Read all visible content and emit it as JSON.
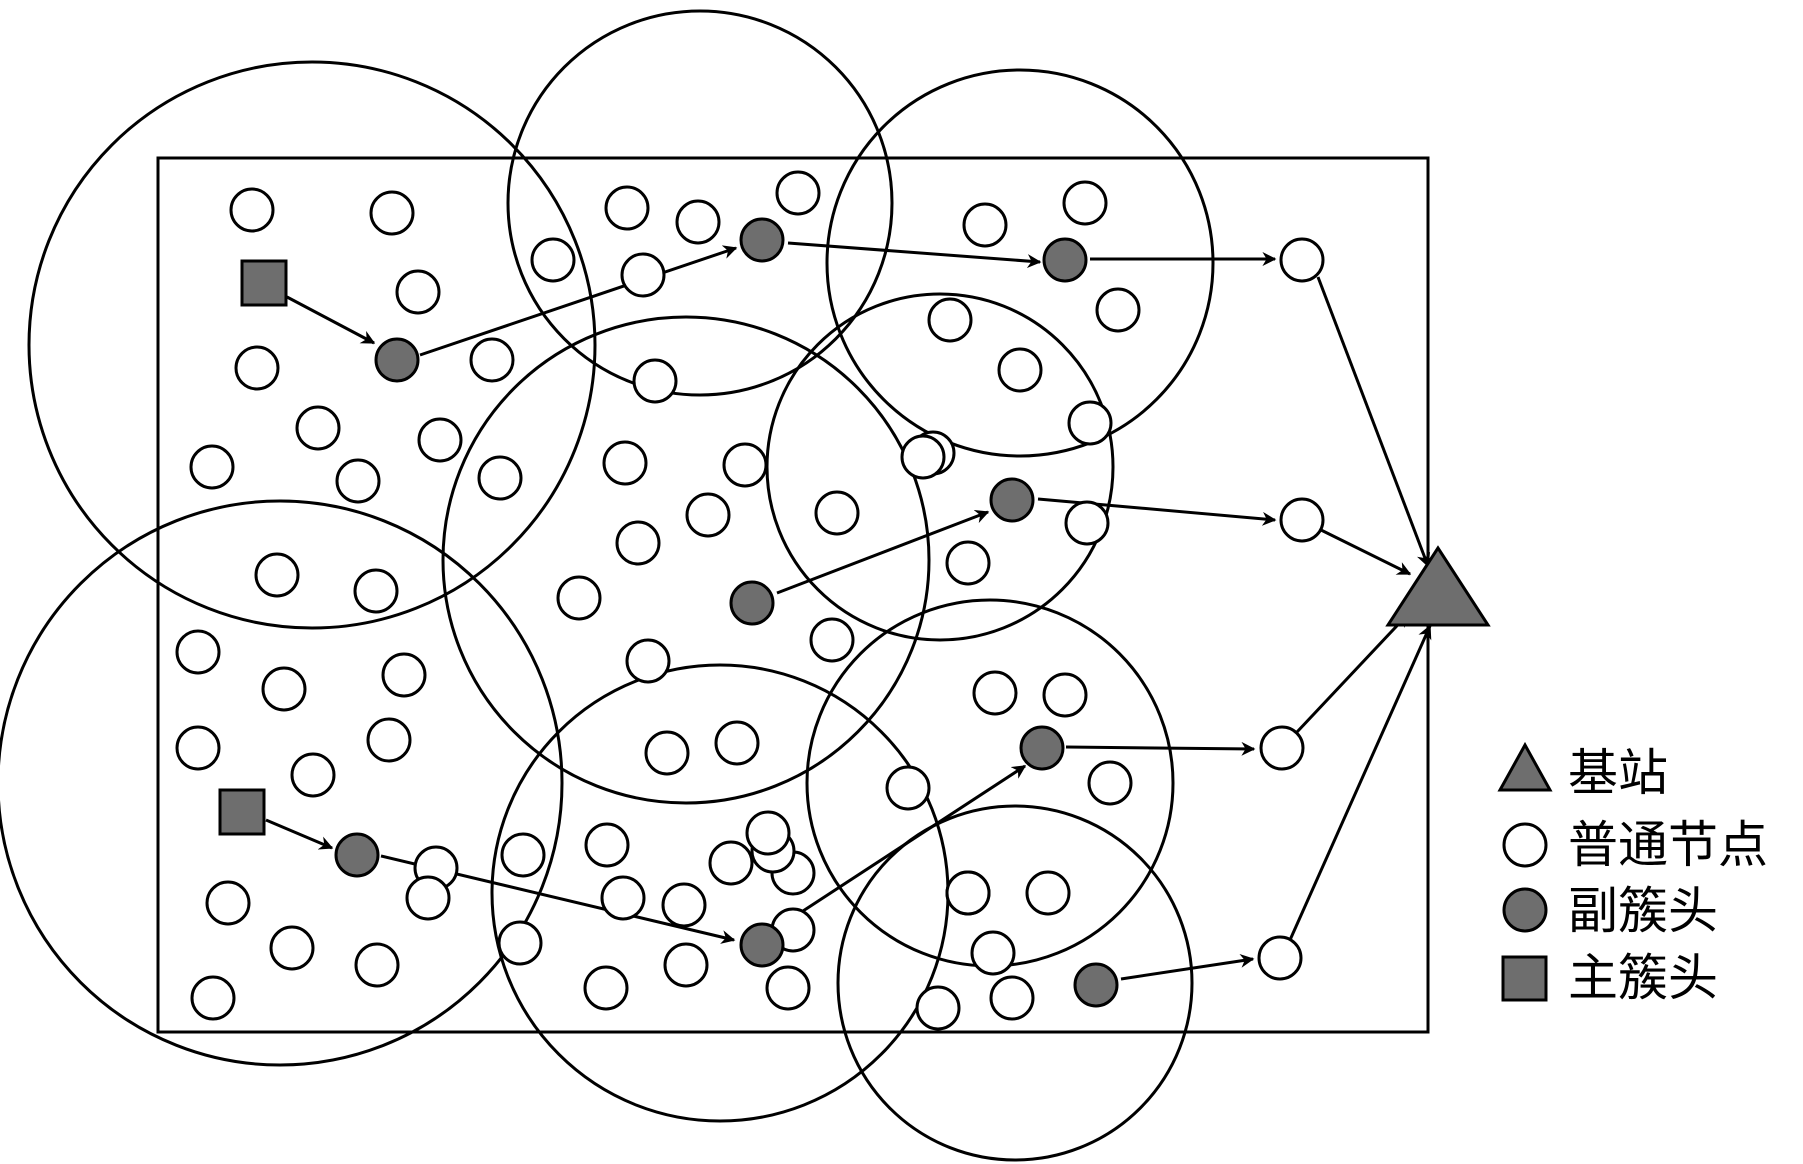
{
  "colors": {
    "stroke": "#000000",
    "normal_fill": "#ffffff",
    "head_fill": "#6e6e6e",
    "background": "#ffffff"
  },
  "legend": {
    "base_station": "基站",
    "normal_node": "普通节点",
    "sub_cluster_head": "副簇头",
    "main_cluster_head": "主簇头"
  }
}
